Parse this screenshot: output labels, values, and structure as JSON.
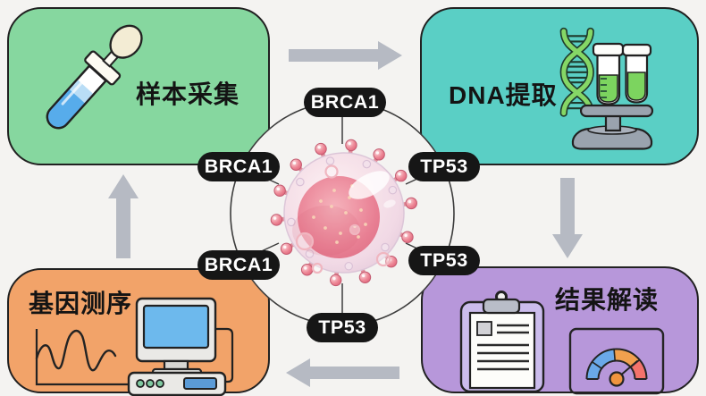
{
  "background_color": "#f4f3f1",
  "boxes": {
    "sample_collection": {
      "label": "样本采集",
      "color": "#86d79f",
      "icon": "swab-test-tube"
    },
    "dna_extraction": {
      "label": "DNA提取",
      "color": "#5acfc5",
      "icons": [
        "dna-helix",
        "test-tubes-on-stand"
      ]
    },
    "gene_sequencing": {
      "label": "基因测序",
      "color": "#f2a369",
      "icons": [
        "waveform-chart",
        "desktop-computer"
      ]
    },
    "result_interpretation": {
      "label": "结果解读",
      "color": "#b797da",
      "icons": [
        "clipboard-report",
        "gauge-meter"
      ]
    }
  },
  "center": {
    "illustration": "virus-cell",
    "label_bg": "#161616",
    "label_text_color": "#ffffff",
    "gene_labels": [
      {
        "text": "BRCA1",
        "position": "top"
      },
      {
        "text": "TP53",
        "position": "upper-right"
      },
      {
        "text": "TP53",
        "position": "lower-right"
      },
      {
        "text": "TP53",
        "position": "bottom"
      },
      {
        "text": "BRCA1",
        "position": "lower-left"
      },
      {
        "text": "BRCA1",
        "position": "upper-left"
      }
    ]
  },
  "arrows": {
    "color": "#b6bac3",
    "directions": [
      "right",
      "down",
      "left",
      "up"
    ]
  }
}
